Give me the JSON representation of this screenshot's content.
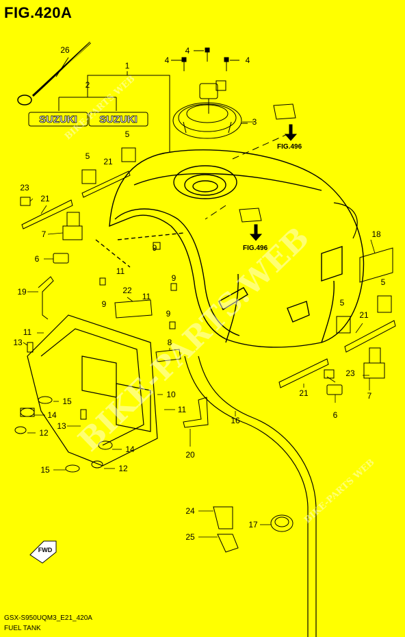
{
  "figure": {
    "title": "FIG.420A"
  },
  "footer": {
    "model_code": "GSX-S950UQM3_E21_420A",
    "section": "FUEL TANK"
  },
  "watermarks": {
    "main": "BIKE-PARTS.WEB",
    "small": "BIKE-PARTS WEB"
  },
  "badges": {
    "brand_left": "SUZUKI",
    "brand_right": "SUZUKI"
  },
  "references": {
    "fig_a": "FIG.496",
    "fig_b": "FIG.496"
  },
  "fwd_label": "FWD",
  "callouts": [
    {
      "id": "c26",
      "text": "26"
    },
    {
      "id": "c1",
      "text": "1"
    },
    {
      "id": "c2",
      "text": "2"
    },
    {
      "id": "c4a",
      "text": "4"
    },
    {
      "id": "c4b",
      "text": "4"
    },
    {
      "id": "c4c",
      "text": "4"
    },
    {
      "id": "c3",
      "text": "3"
    },
    {
      "id": "c5a",
      "text": "5"
    },
    {
      "id": "c5b",
      "text": "5"
    },
    {
      "id": "c5c",
      "text": "5"
    },
    {
      "id": "c5d",
      "text": "5"
    },
    {
      "id": "c21a",
      "text": "21"
    },
    {
      "id": "c21b",
      "text": "21"
    },
    {
      "id": "c21c",
      "text": "21"
    },
    {
      "id": "c21d",
      "text": "21"
    },
    {
      "id": "c23a",
      "text": "23"
    },
    {
      "id": "c23b",
      "text": "23"
    },
    {
      "id": "c7a",
      "text": "7"
    },
    {
      "id": "c7b",
      "text": "7"
    },
    {
      "id": "c6a",
      "text": "6"
    },
    {
      "id": "c6b",
      "text": "6"
    },
    {
      "id": "c18",
      "text": "18"
    },
    {
      "id": "c19",
      "text": "19"
    },
    {
      "id": "c11a",
      "text": "11"
    },
    {
      "id": "c11b",
      "text": "11"
    },
    {
      "id": "c11c",
      "text": "11"
    },
    {
      "id": "c11d",
      "text": "11"
    },
    {
      "id": "c9a",
      "text": "9"
    },
    {
      "id": "c9b",
      "text": "9"
    },
    {
      "id": "c9c",
      "text": "9"
    },
    {
      "id": "c9d",
      "text": "9"
    },
    {
      "id": "c22",
      "text": "22"
    },
    {
      "id": "c8",
      "text": "8"
    },
    {
      "id": "c13a",
      "text": "13"
    },
    {
      "id": "c13b",
      "text": "13"
    },
    {
      "id": "c15a",
      "text": "15"
    },
    {
      "id": "c15b",
      "text": "15"
    },
    {
      "id": "c14a",
      "text": "14"
    },
    {
      "id": "c14b",
      "text": "14"
    },
    {
      "id": "c12a",
      "text": "12"
    },
    {
      "id": "c12b",
      "text": "12"
    },
    {
      "id": "c10",
      "text": "10"
    },
    {
      "id": "c16",
      "text": "16"
    },
    {
      "id": "c20",
      "text": "20"
    },
    {
      "id": "c24",
      "text": "24"
    },
    {
      "id": "c25",
      "text": "25"
    },
    {
      "id": "c17",
      "text": "17"
    }
  ]
}
